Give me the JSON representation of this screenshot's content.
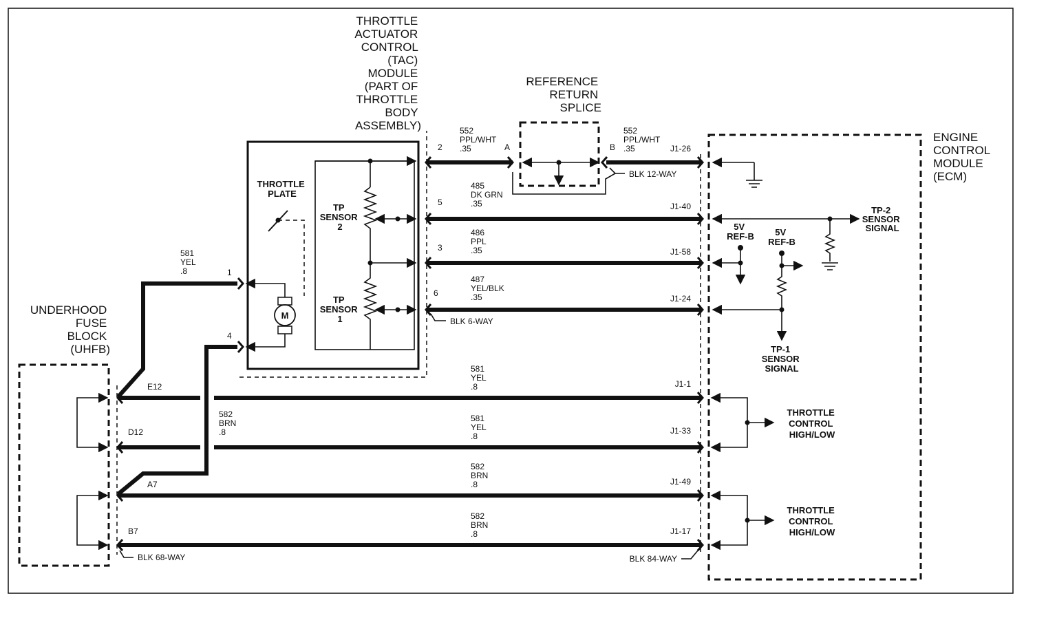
{
  "components": {
    "tac": [
      "THROTTLE",
      "ACTUATOR",
      "CONTROL",
      "(TAC)",
      "MODULE",
      "(PART OF",
      "THROTTLE",
      "BODY",
      "ASSEMBLY)"
    ],
    "ref_splice": [
      "REFERENCE",
      "RETURN",
      "SPLICE"
    ],
    "ecm": [
      "ENGINE",
      "CONTROL",
      "MODULE",
      "(ECM)"
    ],
    "uhfb": [
      "UNDERHOOD",
      "FUSE",
      "BLOCK",
      "(UHFB)"
    ],
    "throttle_plate": [
      "THROTTLE",
      "PLATE"
    ],
    "tp2": [
      "TP",
      "SENSOR",
      "2"
    ],
    "tp1": [
      "TP",
      "SENSOR",
      "1"
    ],
    "motor": "M"
  },
  "wires": {
    "w552a": [
      "552",
      "PPL/WHT",
      ".35"
    ],
    "w552b": [
      "552",
      "PPL/WHT",
      ".35"
    ],
    "w485": [
      "485",
      "DK GRN",
      ".35"
    ],
    "w486": [
      "486",
      "PPL",
      ".35"
    ],
    "w487": [
      "487",
      "YEL/BLK",
      ".35"
    ],
    "w581_tac": [
      "581",
      "YEL",
      ".8"
    ],
    "w581_1": [
      "581",
      "YEL",
      ".8"
    ],
    "w581_2": [
      "581",
      "YEL",
      ".8"
    ],
    "w582_tac": [
      "582",
      "BRN",
      ".8"
    ],
    "w582_1": [
      "582",
      "BRN",
      ".8"
    ],
    "w582_2": [
      "582",
      "BRN",
      ".8"
    ]
  },
  "pins": {
    "tac": [
      "1",
      "4",
      "2",
      "5",
      "3",
      "6"
    ],
    "splice": [
      "A",
      "B"
    ],
    "ecm": [
      "J1-26",
      "J1-40",
      "J1-58",
      "J1-24",
      "J1-1",
      "J1-33",
      "J1-49",
      "J1-17"
    ],
    "fuse": [
      "E12",
      "D12",
      "A7",
      "B7"
    ]
  },
  "connectors": {
    "blk12": "BLK 12-WAY",
    "blk6": "BLK 6-WAY",
    "blk68": "BLK 68-WAY",
    "blk84": "BLK 84-WAY"
  },
  "ecm_internal": {
    "ref5v_1": [
      "5V",
      "REF-B"
    ],
    "ref5v_2": [
      "5V",
      "REF-B"
    ],
    "tp2_signal": [
      "TP-2",
      "SENSOR",
      "SIGNAL"
    ],
    "tp1_signal": [
      "TP-1",
      "SENSOR",
      "SIGNAL"
    ],
    "throttle_ctrl_1": [
      "THROTTLE",
      "CONTROL",
      "HIGH/LOW"
    ],
    "throttle_ctrl_2": [
      "THROTTLE",
      "CONTROL",
      "HIGH/LOW"
    ]
  }
}
